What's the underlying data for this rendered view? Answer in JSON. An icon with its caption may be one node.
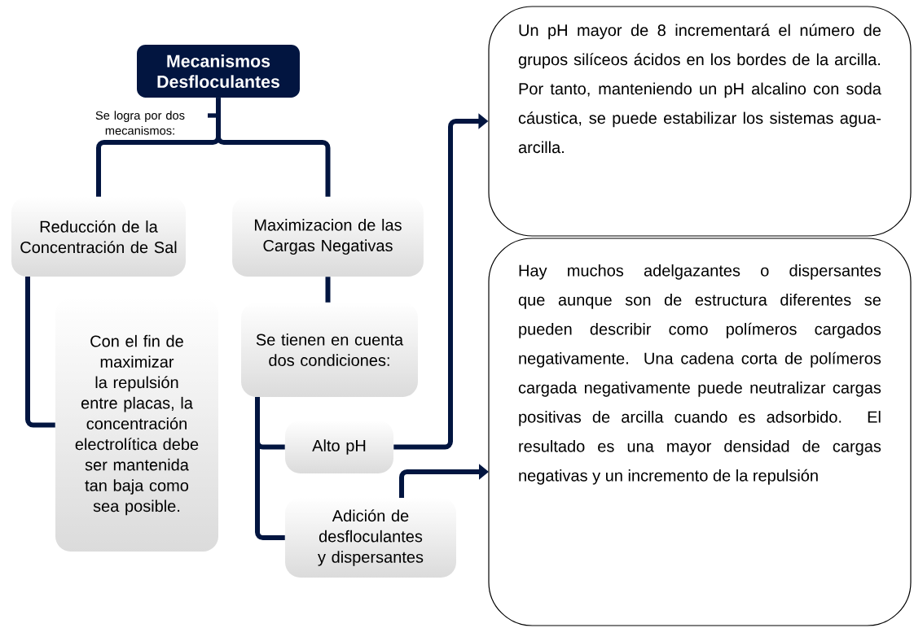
{
  "diagram": {
    "nodes": [
      {
        "text": [
          "Mecanismos Desfloculantes"
        ]
      },
      {
        "text": [
          "Reducción de la Concentración de Sal"
        ]
      },
      {
        "text": [
          "Maximizacion de las Cargas Negativas"
        ]
      },
      {
        "text": [
          "Con el fin de maximizar la repulsión entre placas, la concentración electrolítica debe ser mantenida tan baja como sea posible."
        ]
      },
      {
        "text": [
          "Se tienen en cuenta dos condiciones:"
        ]
      },
      {
        "text": [
          "Alto pH"
        ]
      },
      {
        "text": [
          "Adición de desfloculantes y dispersantes"
        ]
      },
      {
        "text": [
          "Un pH mayor de 8 incrementará el número de grupos silíceos ácidos en los bordes de la arcilla. Por tanto, manteniendo un pH alcalino con soda cáustica, se puede estabilizar los sistemas agua-arcilla."
        ]
      },
      {
        "text": [
          "Hay muchos adelgazantes o dispersantes que aunque son de estructura diferentes se pueden describir como polímeros cargados negativamente. Una cadena corta de polímeros cargada negativamente puede neutralizar cargas positivas de arcilla cuando es adsorbido. El resultado es una mayor densidad de cargas negativas y un incremento de la repulsión"
        ]
      }
    ],
    "edges": [
      {
        "from": 0,
        "to": 1,
        "arrow": "none"
      },
      {
        "from": 0,
        "to": 2,
        "arrow": "none"
      },
      {
        "from": 1,
        "to": 3,
        "arrow": "none"
      },
      {
        "from": 2,
        "to": 4,
        "arrow": "none"
      },
      {
        "from": 4,
        "to": 5,
        "arrow": "none"
      },
      {
        "from": 4,
        "to": 6,
        "arrow": "none"
      },
      {
        "from": 5,
        "to": 7,
        "arrow": "to"
      },
      {
        "from": 6,
        "to": 8,
        "arrow": "to"
      }
    ],
    "labels": [
      "Se logra por dos mecanismos:"
    ]
  }
}
